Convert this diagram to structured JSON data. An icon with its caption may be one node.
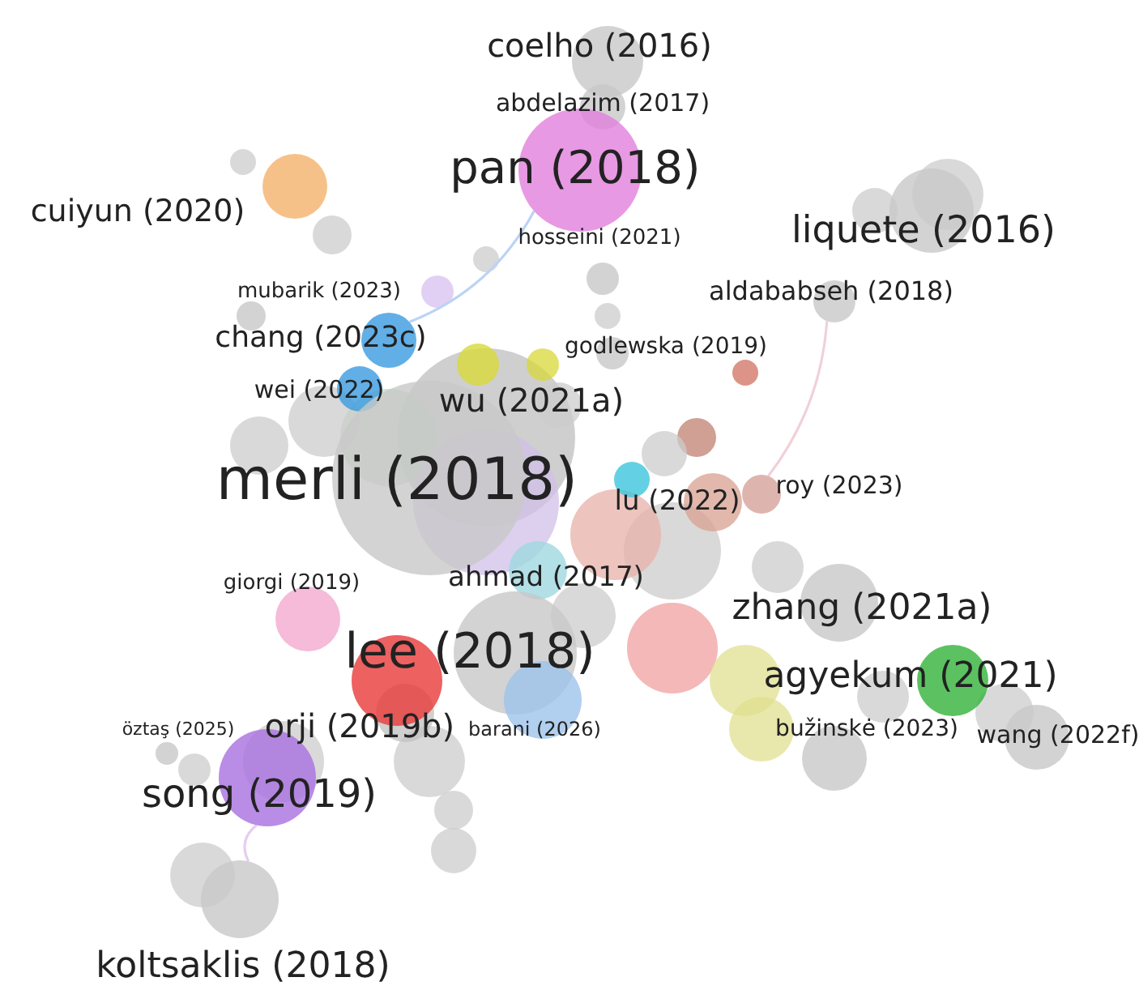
{
  "diagram": {
    "nodes": [
      {
        "text": [
          "coelho (2016)"
        ]
      },
      {
        "text": [
          "abdelazim (2017)"
        ]
      },
      {
        "text": [
          "pan (2018)"
        ]
      },
      {
        "text": [
          "cuiyun (2020)"
        ]
      },
      {
        "text": [
          "liquete (2016)"
        ]
      },
      {
        "text": [
          "hosseini (2021)"
        ]
      },
      {
        "text": [
          "mubarik (2023)"
        ]
      },
      {
        "text": [
          "aldababseh (2018)"
        ]
      },
      {
        "text": [
          "chang (2023c)"
        ]
      },
      {
        "text": [
          "godlewska (2019)"
        ]
      },
      {
        "text": [
          "wei (2022)"
        ]
      },
      {
        "text": [
          "wu (2021a)"
        ]
      },
      {
        "text": [
          "merli (2018)"
        ]
      },
      {
        "text": [
          "lu (2022)"
        ]
      },
      {
        "text": [
          "roy (2023)"
        ]
      },
      {
        "text": [
          "giorgi (2019)"
        ]
      },
      {
        "text": [
          "ahmad (2017)"
        ]
      },
      {
        "text": [
          "zhang (2021a)"
        ]
      },
      {
        "text": [
          "lee (2018)"
        ]
      },
      {
        "text": [
          "agyekum (2021)"
        ]
      },
      {
        "text": [
          "öztaş (2025)"
        ]
      },
      {
        "text": [
          "orji (2019b)"
        ]
      },
      {
        "text": [
          "barani (2026)"
        ]
      },
      {
        "text": [
          "bužinskė (2023)"
        ]
      },
      {
        "text": [
          "wang (2022f)"
        ]
      },
      {
        "text": [
          "song (2019)"
        ]
      },
      {
        "text": [
          "koltsaklis (2018)"
        ]
      }
    ],
    "edges": [
      {
        "from": 26,
        "to": 25,
        "arrow": "none"
      },
      {
        "from": 2,
        "to": 8,
        "arrow": "none"
      },
      {
        "from": 7,
        "to": 14,
        "arrow": "none"
      }
    ]
  }
}
